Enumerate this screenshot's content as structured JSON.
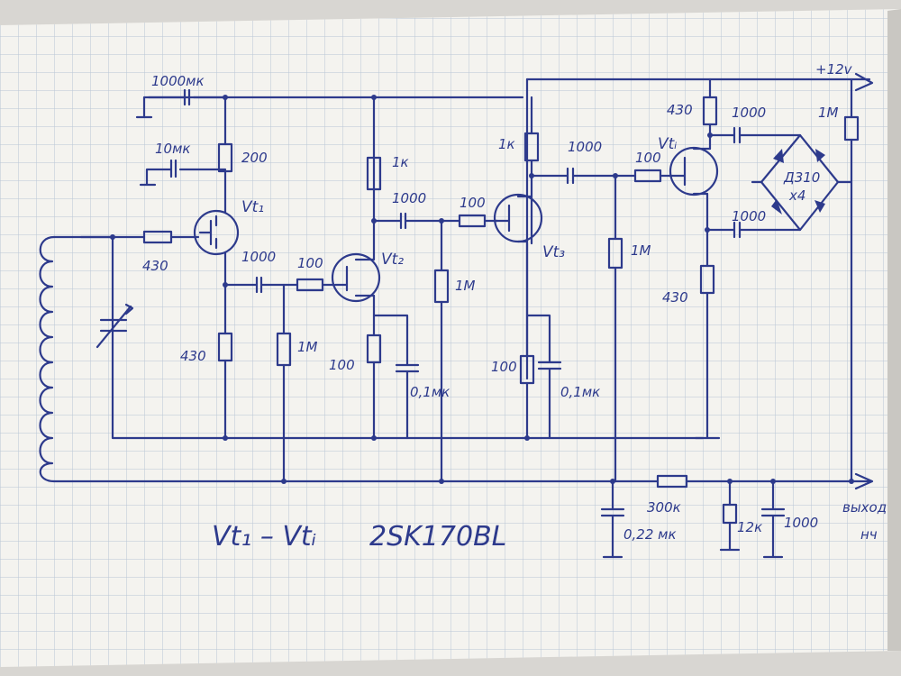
{
  "supply": "+12v",
  "output": {
    "line1": "выход",
    "line2": "нч"
  },
  "note": {
    "part1": "Vt₁ – Vtᵢ",
    "part2": "2SK170BL"
  },
  "transistors": {
    "vt1": "Vt₁",
    "vt2": "Vt₂",
    "vt3": "Vt₃",
    "vt4": "Vtᵢ"
  },
  "labels": {
    "c_top": "1000мк",
    "c_10mk": "10мк",
    "r_200": "200",
    "r_430_gate": "430",
    "r_430_src": "430",
    "c1_1000": "1000",
    "r1_100": "100",
    "r1_1m": "1М",
    "r2_1k": "1к",
    "r2_100": "100",
    "c2_01": "0,1мк",
    "c2_1000": "1000",
    "r2b_100": "100",
    "r2_1m": "1М",
    "r3_1k": "1к",
    "r3_100": "100",
    "c3_01": "0,1мк",
    "c3_1000": "1000",
    "r3b_100": "100",
    "r3_1m": "1М",
    "r4_430a": "430",
    "c4_1000a": "1000",
    "c4_1000b": "1000",
    "r4_430b": "430",
    "diode": "Д310",
    "diode_qty": "х4",
    "r_1m_out": "1М",
    "r_300k": "300к",
    "c_022": "0,22 мк",
    "r_12k": "12к",
    "c_1000_out": "1000"
  },
  "colors": {
    "ink": "#2d3a8c",
    "paper": "#f4f3ef",
    "grid": "#b9c6d6"
  }
}
